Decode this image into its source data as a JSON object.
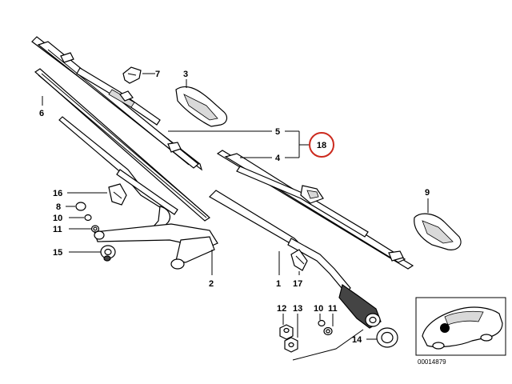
{
  "diagram": {
    "callouts": {
      "c1": "1",
      "c2": "2",
      "c3": "3",
      "c4": "4",
      "c5": "5",
      "c6": "6",
      "c7": "7",
      "c8": "8",
      "c9": "9",
      "c10a": "10",
      "c10b": "10",
      "c11a": "11",
      "c11b": "11",
      "c12": "12",
      "c13": "13",
      "c14": "14",
      "c15": "15",
      "c16": "16",
      "c17": "17",
      "c18": "18"
    },
    "highlight_color": "#cc2a1e",
    "reference_number": "00014879"
  }
}
